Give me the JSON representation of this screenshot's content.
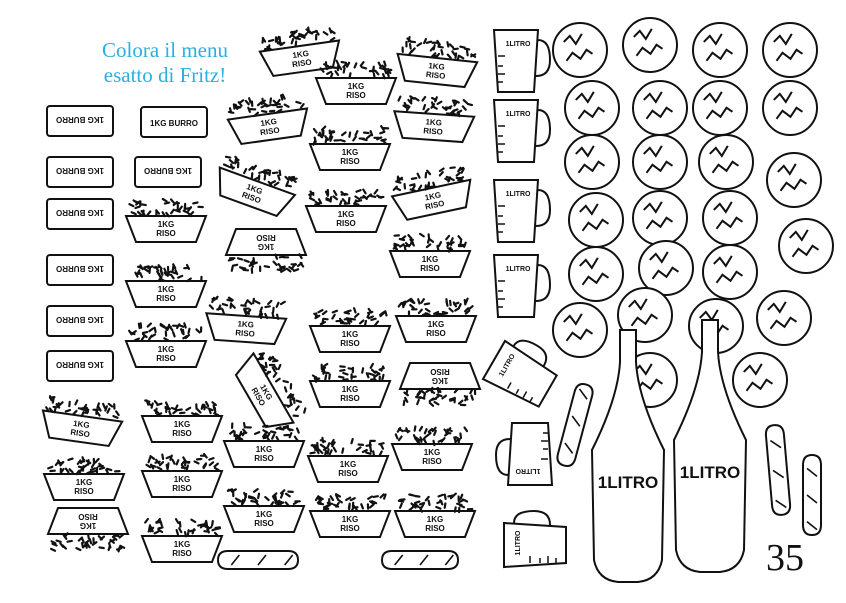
{
  "instruction": {
    "line1": "Colora il menu",
    "line2": "esatto di Fritz!"
  },
  "page_number": "35",
  "labels": {
    "butter": "1KG BURRO",
    "rice_top": "1KG",
    "rice_bottom": "RISO",
    "jug": "1LITRO",
    "bottle": "1LITRO"
  },
  "colors": {
    "title": "#2ab0de",
    "ink": "#111111"
  },
  "icons": [
    "butter-pack-icon",
    "rice-bowl-icon",
    "measuring-jug-icon",
    "cabbage-icon",
    "bottle-icon",
    "baguette-icon"
  ]
}
